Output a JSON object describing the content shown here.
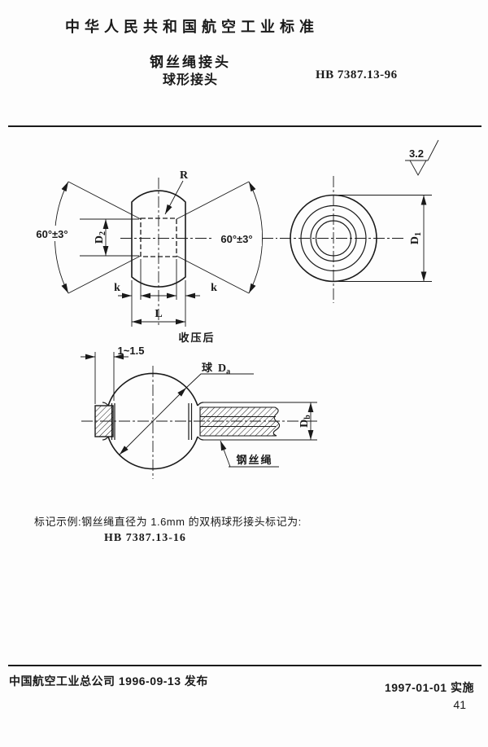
{
  "header": {
    "title": "中华人民共和国航空工业标准",
    "product": "钢丝绳接头",
    "type": "球形接头",
    "standard_no": "HB 7387.13-96"
  },
  "drawings": {
    "roughness_value": "3.2",
    "front_view": {
      "angle_left": "60°±3°",
      "angle_right": "60°±3°",
      "fillet": "R",
      "bore_dia": {
        "main": "D",
        "sub": "2"
      },
      "k": "k",
      "length": "L",
      "caption": "收压后"
    },
    "end_view": {
      "outer_dia": {
        "main": "D",
        "sub": "1"
      }
    },
    "ball_view": {
      "protrusion": "1~1.5",
      "ball_prefix": "球",
      "ball_dia": {
        "main": "D",
        "sub": "a"
      },
      "rope_dia": {
        "main": "D",
        "sub": "b"
      },
      "rope_name": "钢丝绳"
    }
  },
  "example": {
    "line1": "标记示例:钢丝绳直径为 1.6mm 的双柄球形接头标记为:",
    "line2": "HB 7387.13-16"
  },
  "footer": {
    "issuer_line": "中国航空工业总公司 1996-09-13 发布",
    "implement_line": "1997-01-01 实施",
    "page_number": "41"
  }
}
